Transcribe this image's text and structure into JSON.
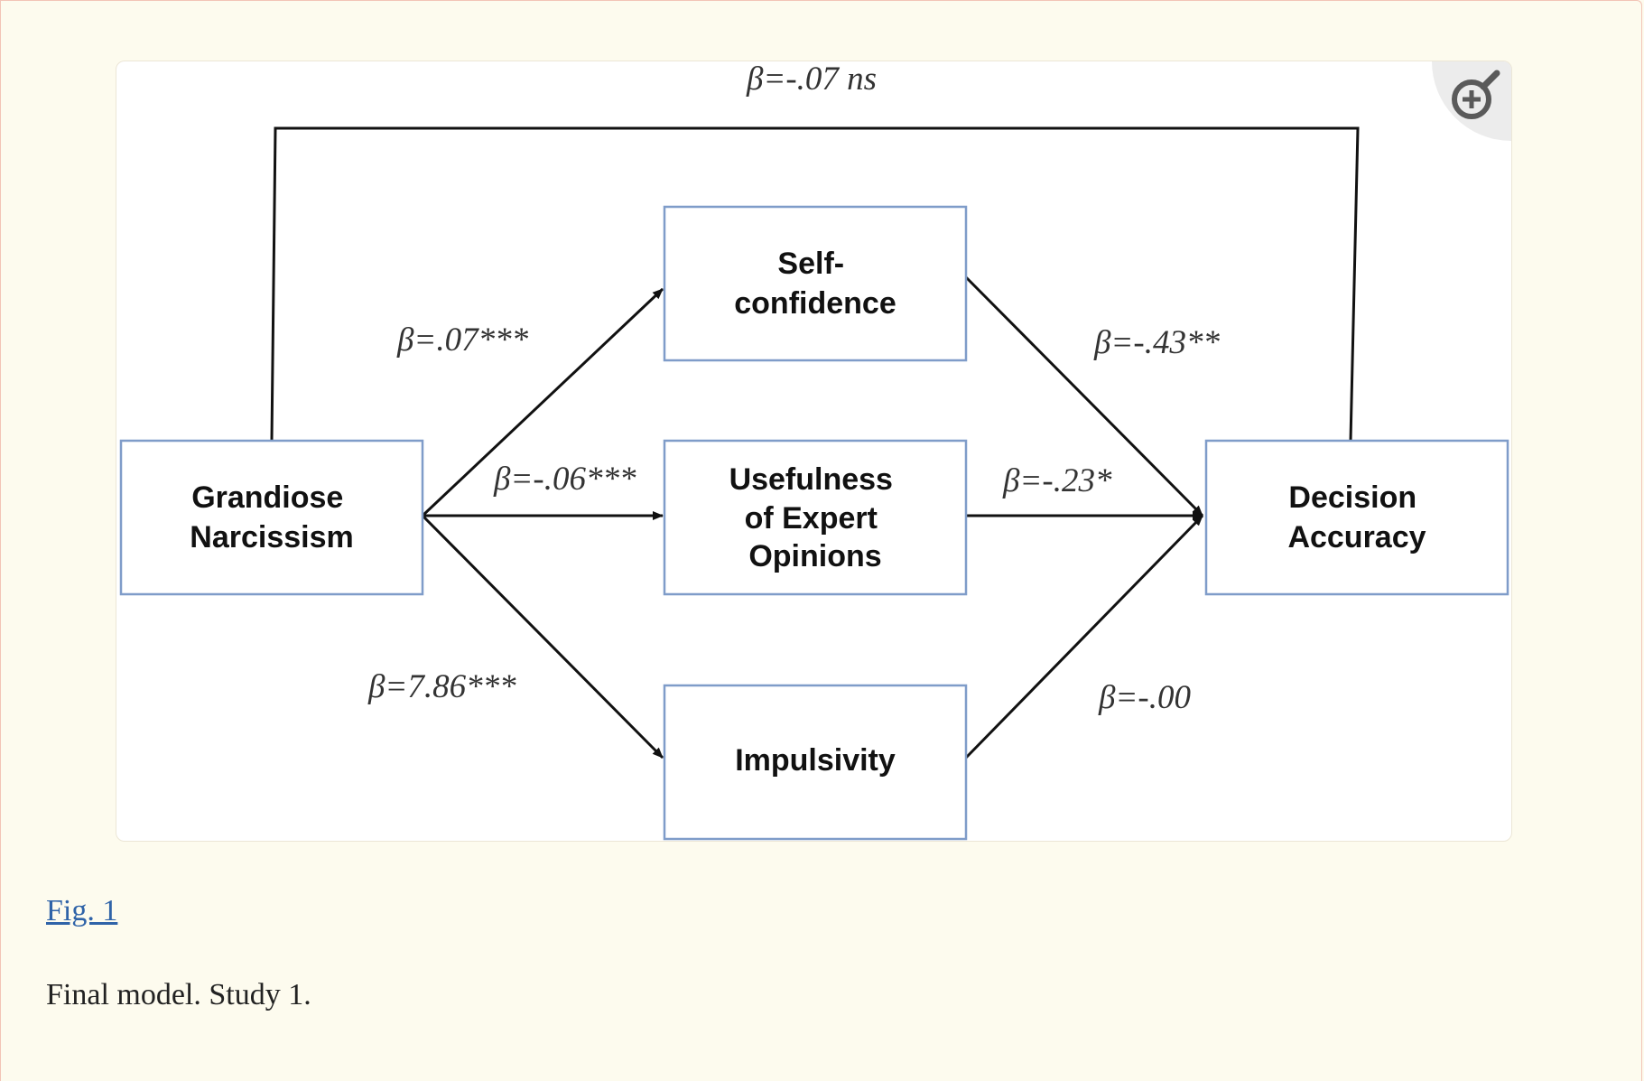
{
  "figure": {
    "nodes": {
      "predictor": [
        "Grandiose",
        "Narcissism"
      ],
      "mediator_top": [
        "Self-",
        "confidence"
      ],
      "mediator_middle": [
        "Usefulness",
        "of Expert",
        "Opinions"
      ],
      "mediator_bottom": [
        "Impulsivity"
      ],
      "outcome": [
        "Decision",
        "Accuracy"
      ]
    },
    "paths": {
      "direct": "β=-.07 ns",
      "a_top": "β=.07***",
      "a_middle": "β=-.06***",
      "a_bottom": "β=7.86***",
      "b_top": "β=-.43**",
      "b_middle": "β=-.23*",
      "b_bottom": "β=-.00"
    },
    "colors": {
      "box_border": "#7f9cc9",
      "arrow": "#111111"
    },
    "zoom_icon": "magnify-plus-icon"
  },
  "links": {
    "figure_ref": "Fig. 1"
  },
  "caption": "Final model. Study 1."
}
